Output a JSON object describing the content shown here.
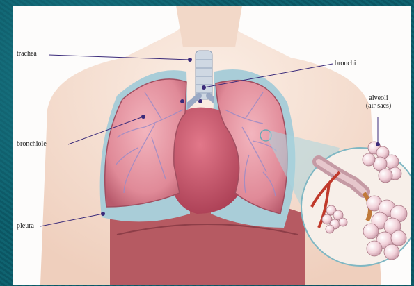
{
  "labels": {
    "trachea": "trachea",
    "bronchi": "bronchi",
    "bronchiole": "bronchiole",
    "pleura": "pleura",
    "alveoli": "alveoli",
    "air_sacs": "(air sacs)"
  },
  "colors": {
    "lung": "#e79aa6",
    "lung_dark": "#c86878",
    "pleura": "#9cc6d2",
    "skin": "#f6e2d5",
    "heart": "#c9556a",
    "leader": "#3a2a7a",
    "background": "#0d5a68"
  }
}
